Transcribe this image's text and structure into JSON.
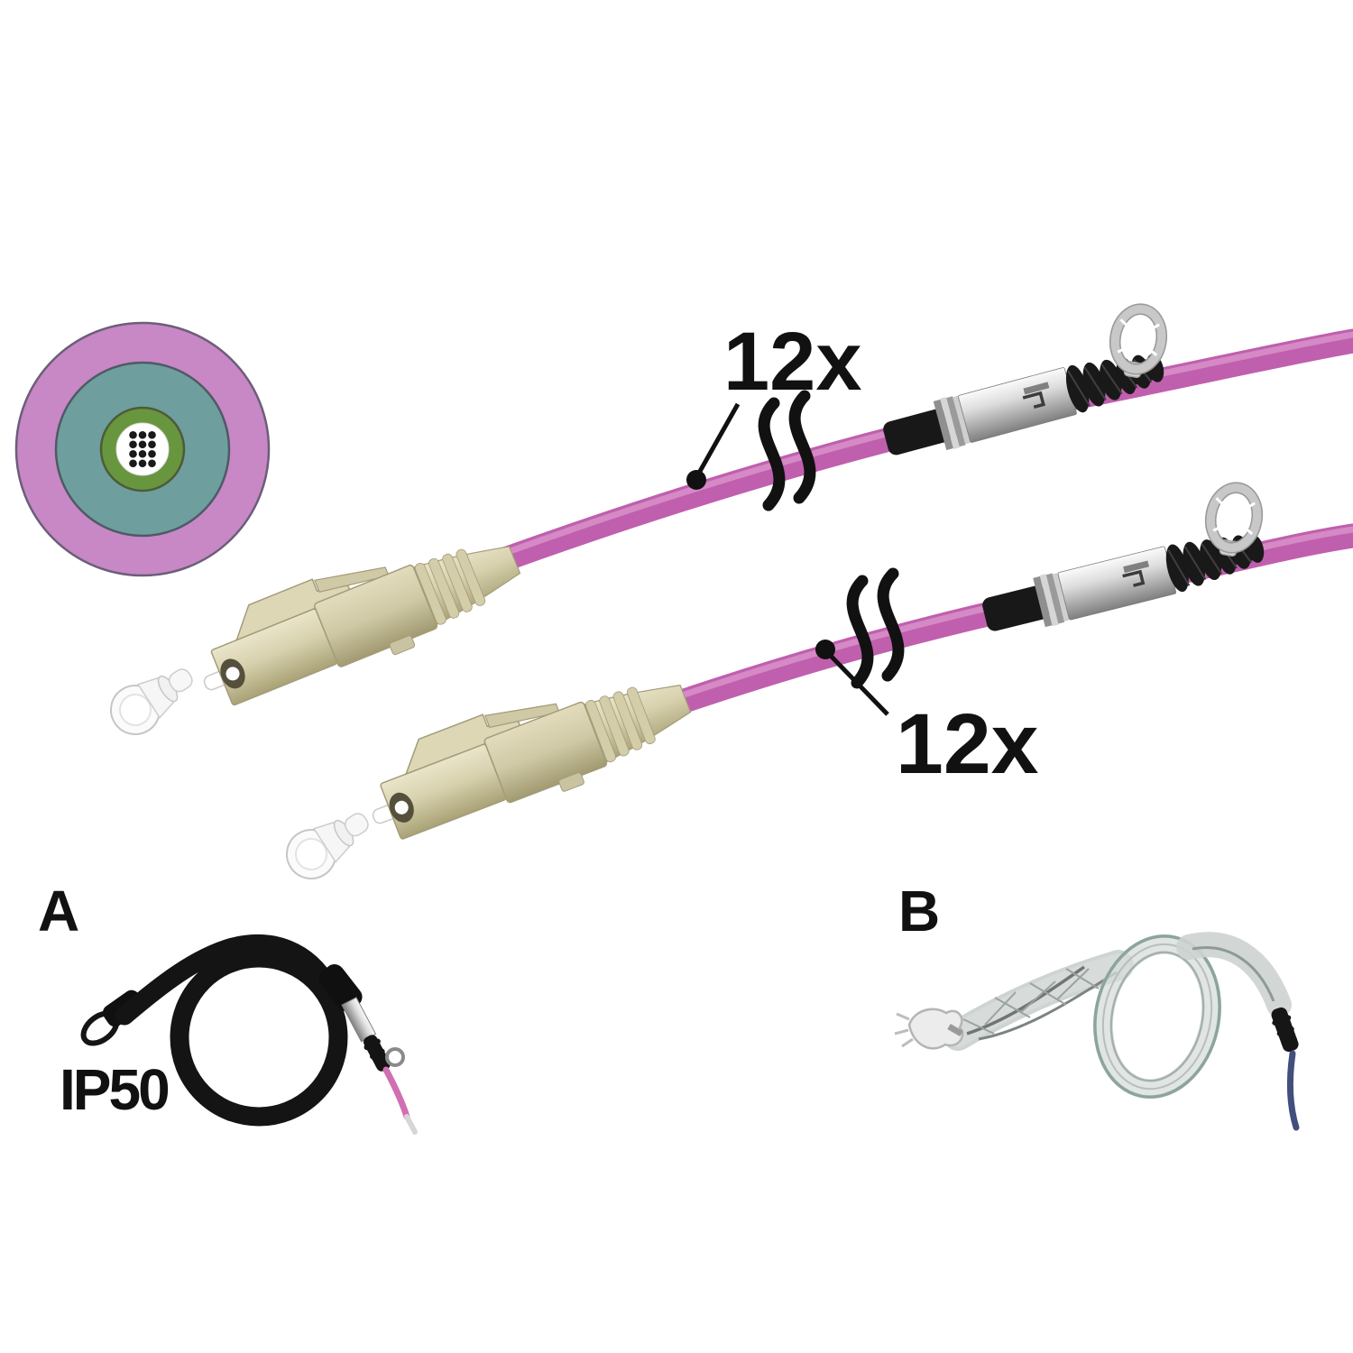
{
  "figure": {
    "title": "fiber-trunk-cable-product-illustration",
    "background": "#ffffff",
    "cross_section": {
      "outer_jacket_color": "#c887c5",
      "buffer_color": "#6e9e9d",
      "inner_ring_color": "#68963e",
      "core_color": "#ffffff",
      "fiber_dot_color": "#1a1a1a",
      "fiber_count": 12,
      "fiber_grid": {
        "cols": 3,
        "rows": 4,
        "spacing": 10.5,
        "dot_r": 4.3
      }
    },
    "annotations": [
      {
        "text": "12x"
      },
      {
        "text": "12x"
      }
    ],
    "variants": [
      {
        "letter": "A",
        "caption": "IP50"
      },
      {
        "letter": "B"
      }
    ],
    "colors": {
      "cable_violet": "#c05fae",
      "cable_highlight": "#da93cb",
      "connector_beige": "#d7d1ae",
      "boot_black": "#191919",
      "sleeve_silver": "#d8d8d8",
      "pull_ring_gray": "#c2c2c2",
      "mesh_gray": "#d7dcda",
      "mesh_edge_green": "#8ba59b",
      "tail_pink": "#d26fb2",
      "tail_blue": "#424f7c",
      "annotation_black": "#111111"
    }
  }
}
